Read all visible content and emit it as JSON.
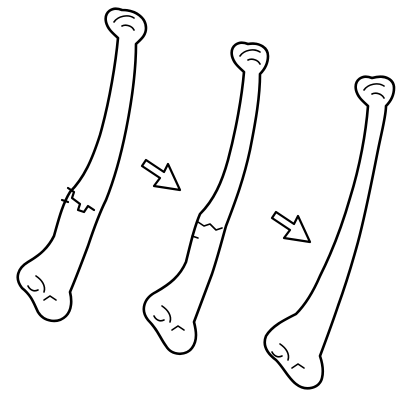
{
  "scene": {
    "stages": [
      {
        "stage": "fractured-bone",
        "description_visible": false
      },
      {
        "stage": "healing-bone",
        "description_visible": false
      },
      {
        "stage": "healed-bone",
        "description_visible": false
      }
    ],
    "arrows": 2,
    "colors": {
      "background": "#ffffff",
      "line": "#000000",
      "fill": "#ffffff"
    },
    "icons": [
      "femur-fractured-icon",
      "arrow-right-down-icon",
      "femur-healing-icon",
      "arrow-right-down-icon",
      "femur-healed-icon"
    ]
  }
}
